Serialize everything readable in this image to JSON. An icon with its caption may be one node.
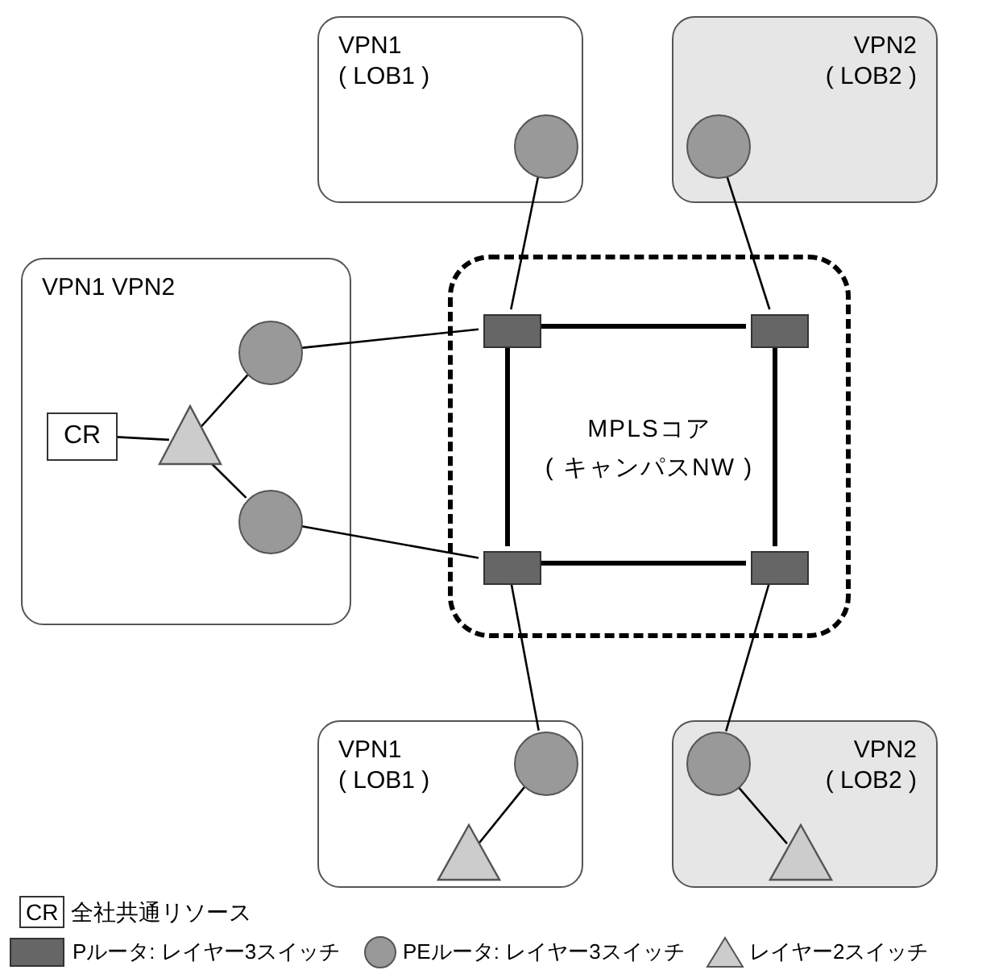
{
  "diagram": {
    "nodes": [
      {
        "text": [
          "VPN1",
          "( LOB1 )"
        ]
      },
      {
        "text": [],
        "shape": "circle",
        "in": 0
      },
      {
        "text": [
          "VPN2",
          "( LOB2 )"
        ]
      },
      {
        "text": [],
        "shape": "circle",
        "in": 2
      },
      {
        "text": [
          "VPN1 VPN2"
        ]
      },
      {
        "text": [],
        "shape": "circle",
        "in": 4
      },
      {
        "text": [],
        "shape": "circle",
        "in": 4
      },
      {
        "text": [],
        "shape": "triangle",
        "in": 4
      },
      {
        "text": [
          "CR"
        ],
        "in": 4
      },
      {
        "text": [
          "MPLSコア",
          "( キャンパスNW )"
        ]
      },
      {
        "text": [],
        "shape": "box",
        "in": 9
      },
      {
        "text": [],
        "shape": "box",
        "in": 9
      },
      {
        "text": [],
        "shape": "box",
        "in": 9
      },
      {
        "text": [],
        "shape": "box",
        "in": 9
      },
      {
        "text": [
          "VPN1",
          "( LOB1 )"
        ]
      },
      {
        "text": [],
        "shape": "circle",
        "in": 14
      },
      {
        "text": [],
        "shape": "triangle",
        "in": 14
      },
      {
        "text": [
          "VPN2",
          "( LOB2 )"
        ]
      },
      {
        "text": [],
        "shape": "circle",
        "in": 17
      },
      {
        "text": [],
        "shape": "triangle",
        "in": 17
      }
    ],
    "edges": [
      {
        "from": 1,
        "to": 10,
        "arrow": "none"
      },
      {
        "from": 3,
        "to": 11,
        "arrow": "none"
      },
      {
        "from": 5,
        "to": 10,
        "arrow": "none"
      },
      {
        "from": 6,
        "to": 12,
        "arrow": "none"
      },
      {
        "from": 8,
        "to": 7,
        "arrow": "none"
      },
      {
        "from": 7,
        "to": 5,
        "arrow": "none"
      },
      {
        "from": 7,
        "to": 6,
        "arrow": "none"
      },
      {
        "from": 10,
        "to": 11,
        "arrow": "none",
        "style": "thick"
      },
      {
        "from": 10,
        "to": 12,
        "arrow": "none",
        "style": "thick"
      },
      {
        "from": 11,
        "to": 13,
        "arrow": "none",
        "style": "thick"
      },
      {
        "from": 12,
        "to": 13,
        "arrow": "none",
        "style": "thick"
      },
      {
        "from": 12,
        "to": 15,
        "arrow": "none"
      },
      {
        "from": 13,
        "to": 18,
        "arrow": "none"
      },
      {
        "from": 15,
        "to": 16,
        "arrow": "none"
      },
      {
        "from": 18,
        "to": 19,
        "arrow": "none"
      }
    ],
    "labels": [
      "CR"
    ],
    "legend": [
      {
        "text": "全社共通リソース"
      },
      {
        "text": "Pルータ: レイヤー3スイッチ",
        "color": "#666666"
      },
      {
        "text": "PEルータ: レイヤー3スイッチ"
      },
      {
        "text": "レイヤー2スイッチ"
      }
    ]
  }
}
